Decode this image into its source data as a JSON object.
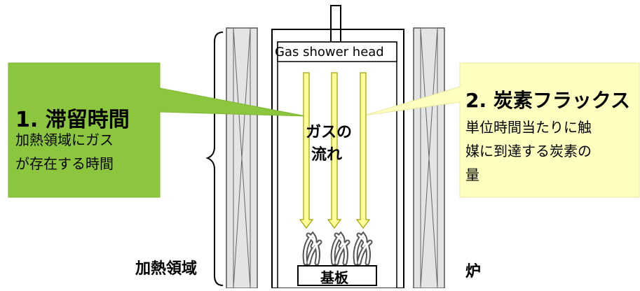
{
  "reactor": {
    "shower_head_label": "Gas shower head",
    "gas_flow_label_line1": "ガスの",
    "gas_flow_label_line2": "流れ",
    "substrate_label": "基板"
  },
  "labels": {
    "heating_zone": "加熱領域",
    "furnace": "炉"
  },
  "callout_left": {
    "title": "1. 滞留時間",
    "line1": "加熱領域にガス",
    "line2": "が存在する時間",
    "color": "#8cc63f"
  },
  "callout_right": {
    "title": "2. 炭素フラックス",
    "line1": "単位時間当たりに触",
    "line2": "媒に到達する炭素の",
    "line3": "量",
    "color": "#ffffc0"
  },
  "colors": {
    "arrow_fill": "#ffff99",
    "arrow_stroke": "#a0a000",
    "furnace_fill": "#e0e0e0"
  }
}
